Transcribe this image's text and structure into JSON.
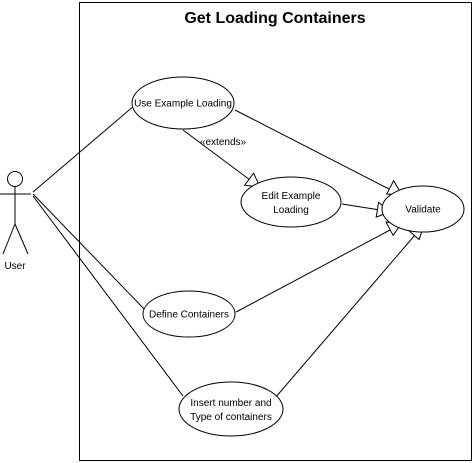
{
  "system": {
    "title": "Get Loading Containers"
  },
  "actor": {
    "label": "User"
  },
  "use_cases": {
    "use_example_loading": "Use Example Loading",
    "edit_example_loading_line1": "Edit Example",
    "edit_example_loading_line2": "Loading",
    "validate": "Validate",
    "define_containers": "Define Containers",
    "insert_containers_line1": "Insert number and",
    "insert_containers_line2": "Type of containers"
  },
  "relations": {
    "extends_label": "«extends»"
  }
}
